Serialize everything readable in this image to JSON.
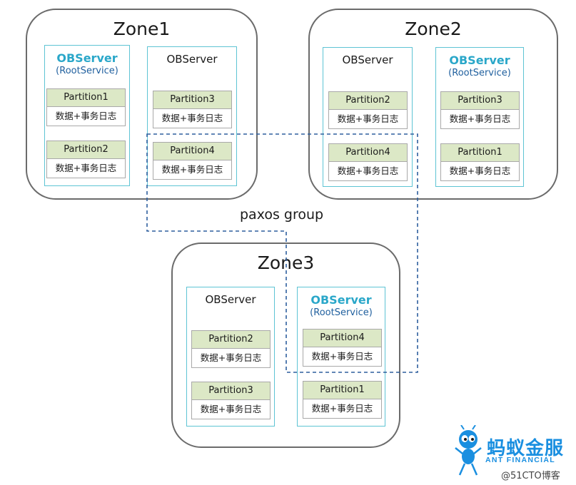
{
  "zones": [
    {
      "title": "Zone1",
      "servers": [
        {
          "name": "OBServer",
          "sub": "(RootService)",
          "partitions": [
            {
              "label": "Partition1",
              "content": "数据+事务日志"
            },
            {
              "label": "Partition2",
              "content": "数据+事务日志"
            }
          ]
        },
        {
          "name": "OBServer",
          "sub": "",
          "partitions": [
            {
              "label": "Partition3",
              "content": "数据+事务日志"
            },
            {
              "label": "Partition4",
              "content": "数据+事务日志"
            }
          ]
        }
      ]
    },
    {
      "title": "Zone2",
      "servers": [
        {
          "name": "OBServer",
          "sub": "",
          "partitions": [
            {
              "label": "Partition2",
              "content": "数据+事务日志"
            },
            {
              "label": "Partition4",
              "content": "数据+事务日志"
            }
          ]
        },
        {
          "name": "OBServer",
          "sub": "(RootService)",
          "partitions": [
            {
              "label": "Partition3",
              "content": "数据+事务日志"
            },
            {
              "label": "Partition1",
              "content": "数据+事务日志"
            }
          ]
        }
      ]
    },
    {
      "title": "Zone3",
      "servers": [
        {
          "name": "OBServer",
          "sub": "",
          "partitions": [
            {
              "label": "Partition2",
              "content": "数据+事务日志"
            },
            {
              "label": "Partition3",
              "content": "数据+事务日志"
            }
          ]
        },
        {
          "name": "OBServer",
          "sub": "(RootService)",
          "partitions": [
            {
              "label": "Partition4",
              "content": "数据+事务日志"
            },
            {
              "label": "Partition1",
              "content": "数据+事务日志"
            }
          ]
        }
      ]
    }
  ],
  "paxos_group": {
    "label": "paxos group",
    "color": "#2e5f9e"
  },
  "logo": {
    "cn": "蚂蚁金服",
    "en": "ANT FINANCIAL",
    "color": "#1a8fe0"
  },
  "watermark": "@51CTO博客"
}
